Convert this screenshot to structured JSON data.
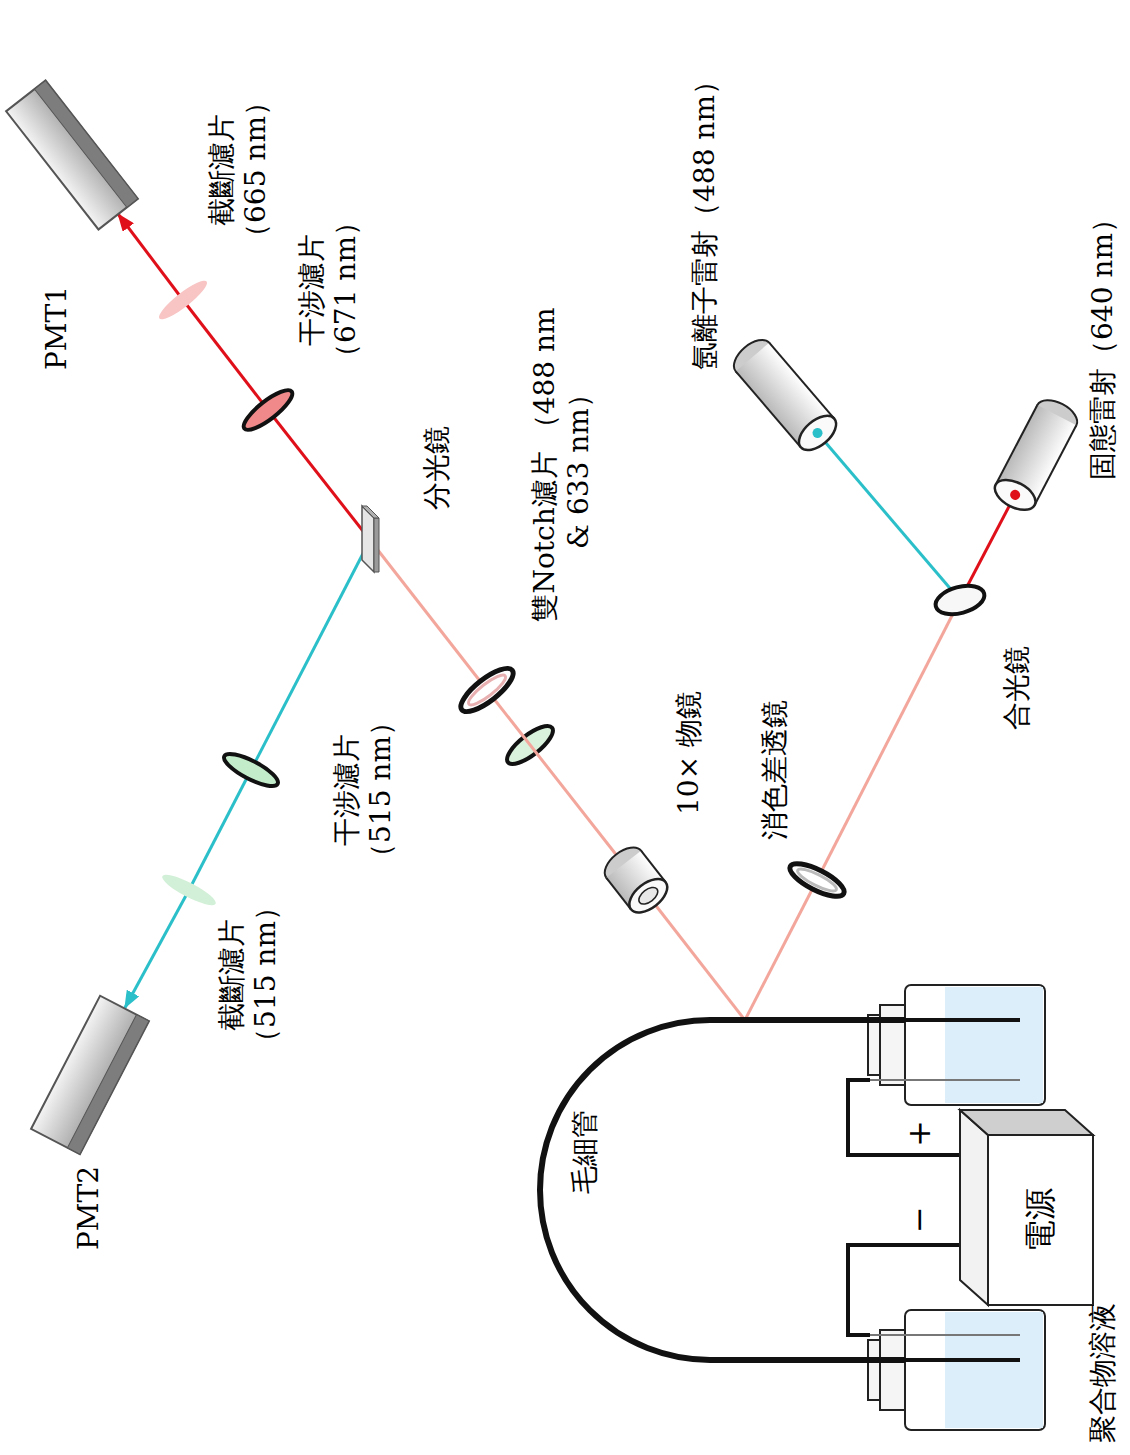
{
  "diagram": {
    "nodes": [
      {
        "text": [
          "PMT2"
        ]
      },
      {
        "text": [
          "截斷濾片 （515 nm）"
        ]
      },
      {
        "text": [
          "干涉濾片 （515 nm）"
        ]
      },
      {
        "text": [
          "PMT1"
        ]
      },
      {
        "text": [
          "截斷濾片 （665 nm）"
        ]
      },
      {
        "text": [
          "干涉濾片 （671 nm）"
        ]
      },
      {
        "text": [
          "分光鏡"
        ]
      },
      {
        "text": [
          "雙Notch濾片 （488 nm & 633 nm）"
        ]
      },
      {
        "text": [
          "10× 物鏡"
        ]
      },
      {
        "text": [
          "消色差透鏡"
        ]
      },
      {
        "text": [
          "氬離子雷射（488 nm）"
        ]
      },
      {
        "text": [
          "合光鏡"
        ]
      },
      {
        "text": [
          "固態雷射（640 nm）"
        ]
      },
      {
        "text": [
          "毛細管"
        ]
      },
      {
        "text": [
          "電源"
        ]
      }
    ],
    "edges": [
      {
        "from": 10,
        "to": 11,
        "arrow": "none"
      },
      {
        "from": 12,
        "to": 11,
        "arrow": "none"
      },
      {
        "from": 11,
        "to": 9,
        "arrow": "none"
      },
      {
        "from": 9,
        "to": 13,
        "arrow": "none"
      },
      {
        "from": 13,
        "to": 8,
        "arrow": "none"
      },
      {
        "from": 8,
        "to": 7,
        "arrow": "none"
      },
      {
        "from": 7,
        "to": 6,
        "arrow": "none"
      },
      {
        "from": 6,
        "to": 5,
        "arrow": "none"
      },
      {
        "from": 5,
        "to": 4,
        "arrow": "none"
      },
      {
        "from": 4,
        "to": 3,
        "arrow": "to"
      },
      {
        "from": 6,
        "to": 2,
        "arrow": "none"
      },
      {
        "from": 2,
        "to": 1,
        "arrow": "none"
      },
      {
        "from": 1,
        "to": 0,
        "arrow": "to"
      }
    ],
    "labels": [
      "+",
      "−",
      "聚合物溶液"
    ]
  }
}
